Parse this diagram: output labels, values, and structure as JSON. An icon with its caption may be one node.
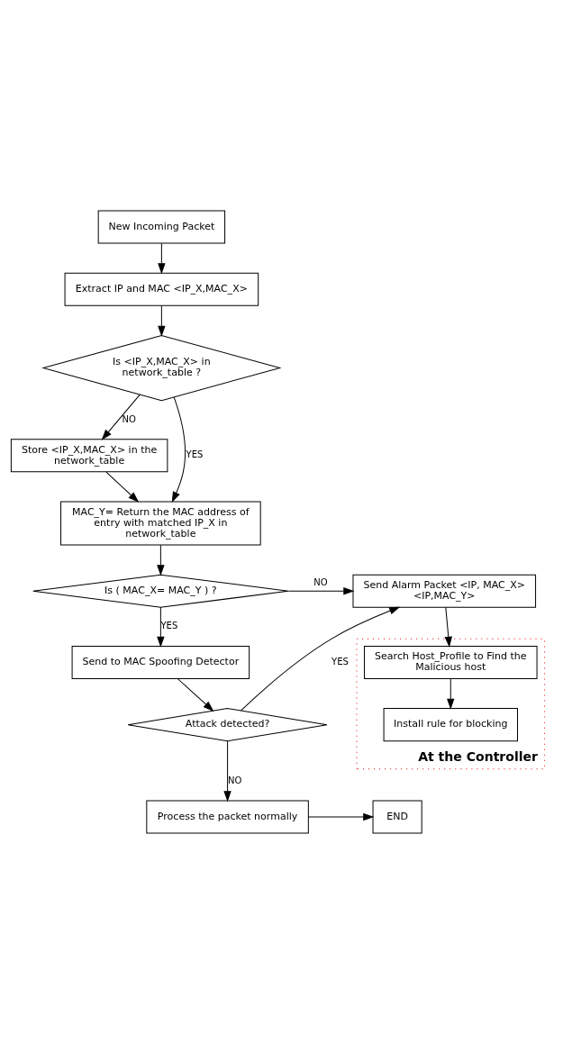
{
  "diagram": {
    "nodes": [
      {
        "text": [
          "New Incoming Packet"
        ]
      },
      {
        "text": [
          "Extract IP and MAC <IP_X,MAC_X>"
        ]
      },
      {
        "text": [
          "Is <IP_X,MAC_X> in network_table ?"
        ]
      },
      {
        "text": [
          "Store <IP_X,MAC_X> in the network_table"
        ]
      },
      {
        "text": [
          "MAC_Y= Return the MAC address of entry with matched IP_X in network_table"
        ]
      },
      {
        "text": [
          "Is ( MAC_X= MAC_Y ) ?"
        ]
      },
      {
        "text": [
          "Send Alarm Packet <IP, MAC_X> <IP,MAC_Y>"
        ]
      },
      {
        "text": [
          "At the Controller"
        ]
      },
      {
        "text": [
          "Search Host_Profile to Find the Malicious host"
        ],
        "in": 7
      },
      {
        "text": [
          "Install rule for blocking"
        ],
        "in": 7
      },
      {
        "text": [
          "Send to MAC Spoofing Detector"
        ]
      },
      {
        "text": [
          "Attack detected?"
        ]
      },
      {
        "text": [
          "Process the packet normally"
        ]
      },
      {
        "text": [
          "END"
        ]
      }
    ],
    "edges": [
      {
        "from": 0,
        "to": 1,
        "arrow": "to"
      },
      {
        "from": 1,
        "to": 2,
        "arrow": "to"
      },
      {
        "from": 2,
        "to": 3,
        "label": "NO",
        "arrow": "to"
      },
      {
        "from": 2,
        "to": 4,
        "label": "YES",
        "arrow": "to"
      },
      {
        "from": 3,
        "to": 4,
        "arrow": "to"
      },
      {
        "from": 4,
        "to": 5,
        "arrow": "to"
      },
      {
        "from": 5,
        "to": 6,
        "label": "NO",
        "arrow": "to"
      },
      {
        "from": 5,
        "to": 10,
        "label": "YES",
        "arrow": "to"
      },
      {
        "from": 6,
        "to": 8,
        "arrow": "to"
      },
      {
        "from": 8,
        "to": 9,
        "arrow": "to"
      },
      {
        "from": 10,
        "to": 11,
        "arrow": "to"
      },
      {
        "from": 11,
        "to": 6,
        "label": "YES",
        "arrow": "to"
      },
      {
        "from": 11,
        "to": 12,
        "label": "NO",
        "arrow": "to"
      },
      {
        "from": 12,
        "to": 13,
        "arrow": "to"
      }
    ]
  }
}
